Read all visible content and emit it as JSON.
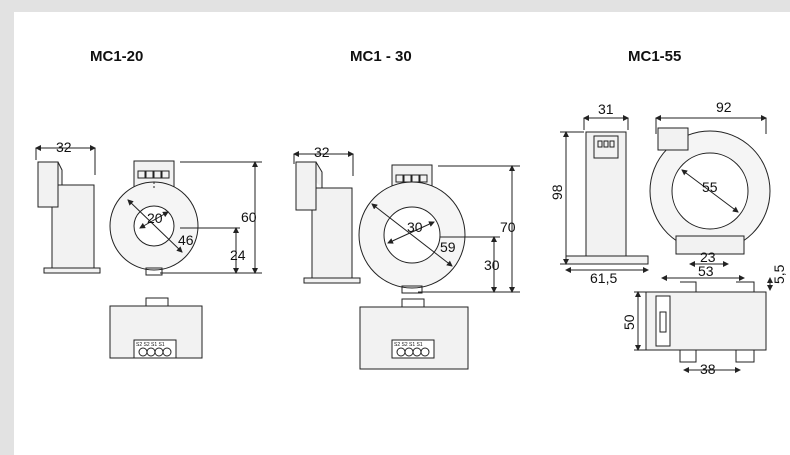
{
  "models": [
    {
      "title": "MC1-20",
      "dims": {
        "depth": "32",
        "height": "60",
        "center": "24",
        "inner": "20",
        "outer": "46"
      },
      "terminals": "S2 S2 S1 S1"
    },
    {
      "title": "MC1 - 30",
      "dims": {
        "depth": "32",
        "height": "70",
        "center": "30",
        "inner": "30",
        "outer": "59"
      },
      "terminals": "S2 S2 S1 S1"
    },
    {
      "title": "MC1-55",
      "dims": {
        "depth": "31",
        "height": "98",
        "diameter_outer": "92",
        "diameter_inner": "55",
        "base_width": "61,5",
        "foot": "23",
        "top_width": "53",
        "slot": "5,5",
        "depth2": "50",
        "slot_spacing": "38"
      }
    }
  ],
  "colors": {
    "line": "#222222",
    "frame": "#e2e2e2",
    "fill": "#f2f2f2"
  }
}
